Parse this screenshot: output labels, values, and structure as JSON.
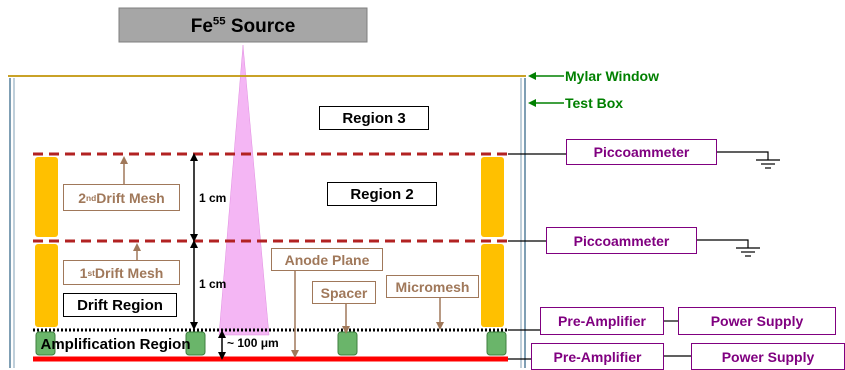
{
  "source": {
    "label_main": "Fe",
    "label_sup": "55",
    "label_tail": " Source"
  },
  "mylar_window": "Mylar Window",
  "test_box": "Test Box",
  "regions": {
    "region3": "Region 3",
    "region2": "Region 2",
    "drift": "Drift Region",
    "amplification": "Amplification Region"
  },
  "meshes": {
    "drift2": {
      "pre": "2",
      "sup": "nd",
      "post": " Drift Mesh"
    },
    "drift1": {
      "pre": "1",
      "sup": "st",
      "post": " Drift Mesh"
    },
    "anode": "Anode Plane",
    "spacer": "Spacer",
    "micromesh": "Micromesh"
  },
  "dimensions": {
    "gap_top": "1 cm",
    "gap_mid": "1 cm",
    "gap_amp": "~ 100 μm"
  },
  "instruments": {
    "picco_top": "Piccoammeter",
    "picco_mid": "Piccoammeter",
    "preamp_mesh": "Pre-Amplifier",
    "power_mesh": "Power Supply",
    "preamp_anode": "Pre-Amplifier",
    "power_anode": "Power Supply"
  },
  "colors": {
    "source_box": "#a6a6a6",
    "beam": "#f4b6f4",
    "mylar": "#c9a227",
    "test_box": "#7f9fb4",
    "drift_mesh": "#b22222",
    "pillars": "#ffc000",
    "spacer": "#6ab56a",
    "anode": "#ff0000",
    "arrow_brown": "#a0785a",
    "instrument": "#800080",
    "label_green": "#008000"
  }
}
